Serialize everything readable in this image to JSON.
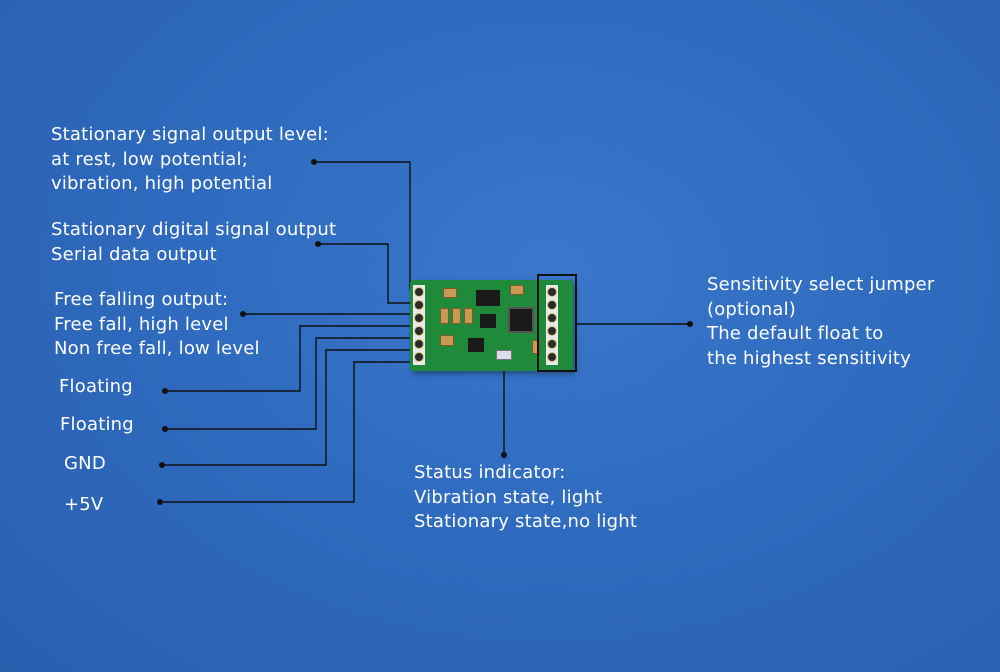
{
  "labels": {
    "stationary_level": [
      "Stationary signal output level:",
      "at rest, low potential;",
      "vibration, high potential"
    ],
    "stationary_digital": [
      "Stationary digital signal output",
      "Serial data output"
    ],
    "free_falling": [
      "Free falling output:",
      "Free fall, high level",
      "Non free fall, low level"
    ],
    "floating_1": "Floating",
    "floating_2": "Floating",
    "gnd": "GND",
    "plus5v": "+5V",
    "status": [
      "Status indicator:",
      "Vibration state, light",
      "Stationary state,no light"
    ],
    "sensitivity": [
      "Sensitivity select jumper",
      "(optional)",
      "The default float to",
      "the highest sensitivity"
    ]
  }
}
